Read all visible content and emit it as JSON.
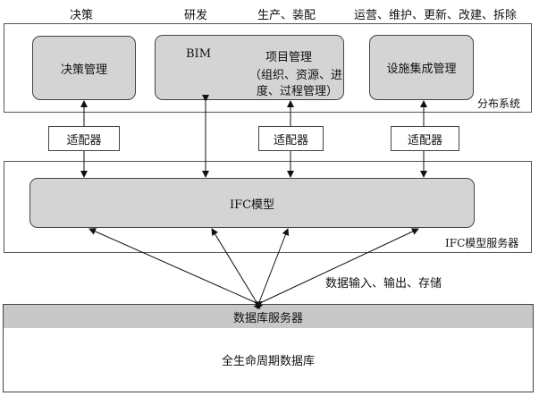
{
  "top_labels": {
    "decision": "决策",
    "rnd": "研发",
    "production": "生产、装配",
    "operation": "运营、维护、更新、改建、拆除"
  },
  "distributed_system": {
    "label": "分布系统",
    "decision_box": "决策管理",
    "bim_label": "BIM",
    "project_line1": "项目管理",
    "project_line2": "（组织、资源、进",
    "project_line3": "度、过程管理）",
    "facility_box": "设施集成管理"
  },
  "adapters": {
    "a1": "适配器",
    "a2": "适配器",
    "a3": "适配器"
  },
  "ifc_server": {
    "label": "IFC模型服务器",
    "model_box": "IFC模型"
  },
  "data_flow_label": "数据输入、输出、存储",
  "db_server": {
    "header": "数据库服务器",
    "lifecycle_db": "全生命周期数据库"
  }
}
